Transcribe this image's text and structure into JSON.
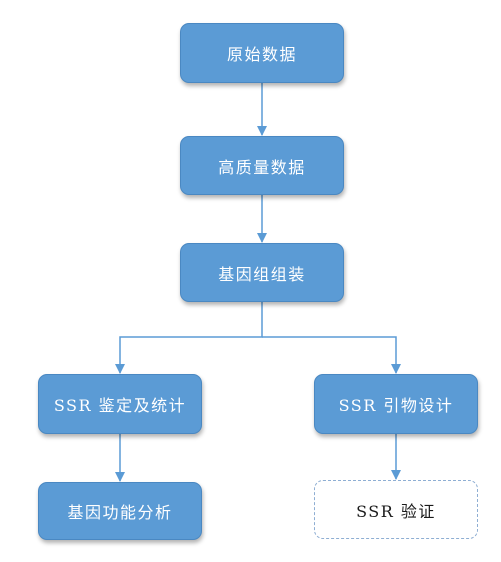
{
  "diagram": {
    "nodes": [
      {
        "id": "raw",
        "label": "原始数据",
        "style": "solid"
      },
      {
        "id": "hq",
        "label": "高质量数据",
        "style": "solid"
      },
      {
        "id": "assembly",
        "label": "基因组组装",
        "style": "solid"
      },
      {
        "id": "ssr-id",
        "label": "SSR 鉴定及统计",
        "style": "solid"
      },
      {
        "id": "primer",
        "label": "SSR 引物设计",
        "style": "solid"
      },
      {
        "id": "func",
        "label": "基因功能分析",
        "style": "solid"
      },
      {
        "id": "verify",
        "label": "SSR 验证",
        "style": "dashed"
      }
    ],
    "edges": [
      {
        "from": "raw",
        "to": "hq"
      },
      {
        "from": "hq",
        "to": "assembly"
      },
      {
        "from": "assembly",
        "to": "ssr-id"
      },
      {
        "from": "assembly",
        "to": "primer"
      },
      {
        "from": "ssr-id",
        "to": "func"
      },
      {
        "from": "primer",
        "to": "verify"
      }
    ],
    "colors": {
      "node_fill": "#5b9bd5",
      "node_text": "#ffffff",
      "connector": "#5b9bd5",
      "dashed_border": "#8eaed3"
    }
  }
}
